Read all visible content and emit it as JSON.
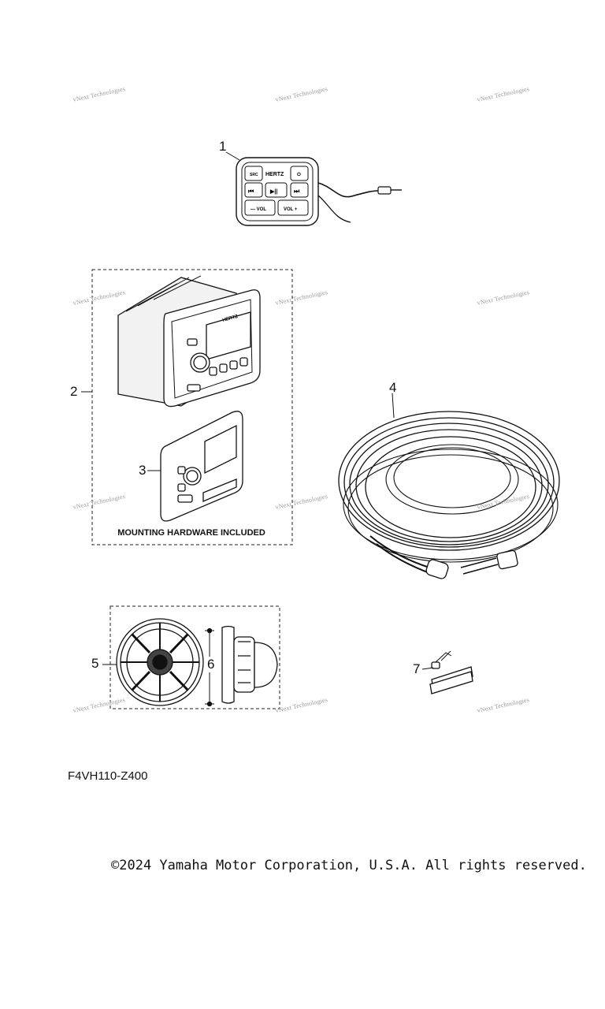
{
  "watermark_text": "vNext Technologies",
  "callouts": [
    "1",
    "2",
    "3",
    "4",
    "5",
    "6",
    "7"
  ],
  "kit_note": "MOUNTING HARDWARE INCLUDED",
  "remote": {
    "brand": "HERTZ",
    "keys": [
      "SRC",
      "⏻",
      "⏮",
      "▶||",
      "⏭",
      "— VOL",
      "VOL +"
    ]
  },
  "receiver_brand": "HERTZ",
  "diagram_code": "F4VH110-Z400",
  "copyright": "©2024 Yamaha Motor Corporation, U.S.A. All rights reserved."
}
